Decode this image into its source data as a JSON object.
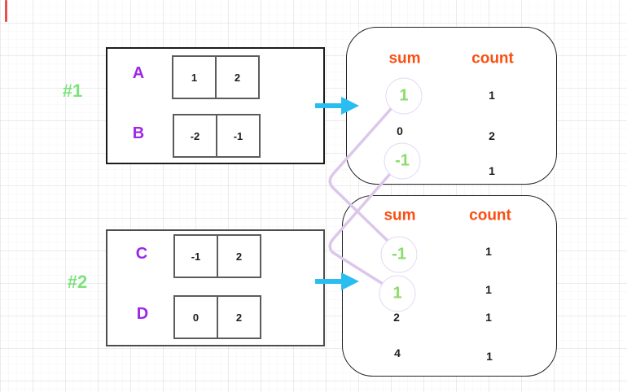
{
  "diagram": {
    "groups": [
      {
        "label": "#1",
        "arrays": [
          {
            "name": "A",
            "cells": [
              "1",
              "2"
            ]
          },
          {
            "name": "B",
            "cells": [
              "-2",
              "-1"
            ]
          }
        ]
      },
      {
        "label": "#2",
        "arrays": [
          {
            "name": "C",
            "cells": [
              "-1",
              "2"
            ]
          },
          {
            "name": "D",
            "cells": [
              "0",
              "2"
            ]
          }
        ]
      }
    ],
    "tables": [
      {
        "sum_header": "sum",
        "count_header": "count",
        "rows": [
          {
            "sum": "1",
            "count": "1",
            "circled": true
          },
          {
            "sum": "0",
            "count": "2",
            "circled": false
          },
          {
            "sum": "-1",
            "count": "1",
            "circled": true
          }
        ]
      },
      {
        "sum_header": "sum",
        "count_header": "count",
        "rows": [
          {
            "sum": "-1",
            "count": "1",
            "circled": true
          },
          {
            "sum": "1",
            "count": "1",
            "circled": true
          },
          {
            "sum": "2",
            "count": "1",
            "circled": false
          },
          {
            "sum": "4",
            "count": "1",
            "circled": false
          }
        ]
      }
    ],
    "connections": [
      {
        "from_table": 1,
        "from_sum": "1",
        "to_table": 2,
        "to_sum": "-1"
      },
      {
        "from_table": 1,
        "from_sum": "-1",
        "to_table": 2,
        "to_sum": "1"
      }
    ],
    "colors": {
      "group_label_green": "#7ce37c",
      "array_name_purple": "#9c27e9",
      "header_orange": "#fb4e11",
      "circled_value_green": "#8bdc6a",
      "arrow_cyan": "#29bdf2",
      "connector_lavender": "#dcc7eb",
      "margin_mark_red": "#e25350",
      "text_black": "#1d1d1d"
    }
  }
}
